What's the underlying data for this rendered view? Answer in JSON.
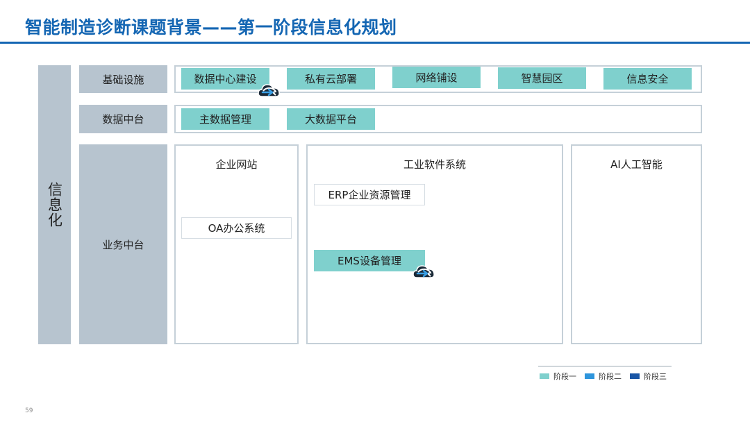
{
  "title": "智能制造诊断课题背景——第一阶段信息化规划",
  "side_label": "信息化",
  "rows": {
    "infrastructure": {
      "label": "基础设施",
      "items": [
        "数据中心建设",
        "私有云部署",
        "网络铺设",
        "智慧园区",
        "信息安全"
      ]
    },
    "data_platform": {
      "label": "数据中台",
      "items": [
        "主数据管理",
        "大数据平台"
      ]
    },
    "business_platform": {
      "label": "业务中台",
      "columns": {
        "enterprise_web": {
          "title": "企业网站",
          "items": [
            "OA办公系统"
          ]
        },
        "industrial_software": {
          "title": "工业软件系统",
          "items": [
            "ERP企业资源管理",
            "EMS设备管理"
          ]
        },
        "ai": {
          "title": "AI人工智能"
        }
      }
    }
  },
  "legend": [
    {
      "label": "阶段一",
      "color": "#7fd0cd"
    },
    {
      "label": "阶段二",
      "color": "#2e95dc"
    },
    {
      "label": "阶段三",
      "color": "#1a56a6"
    }
  ],
  "page_number": "59"
}
